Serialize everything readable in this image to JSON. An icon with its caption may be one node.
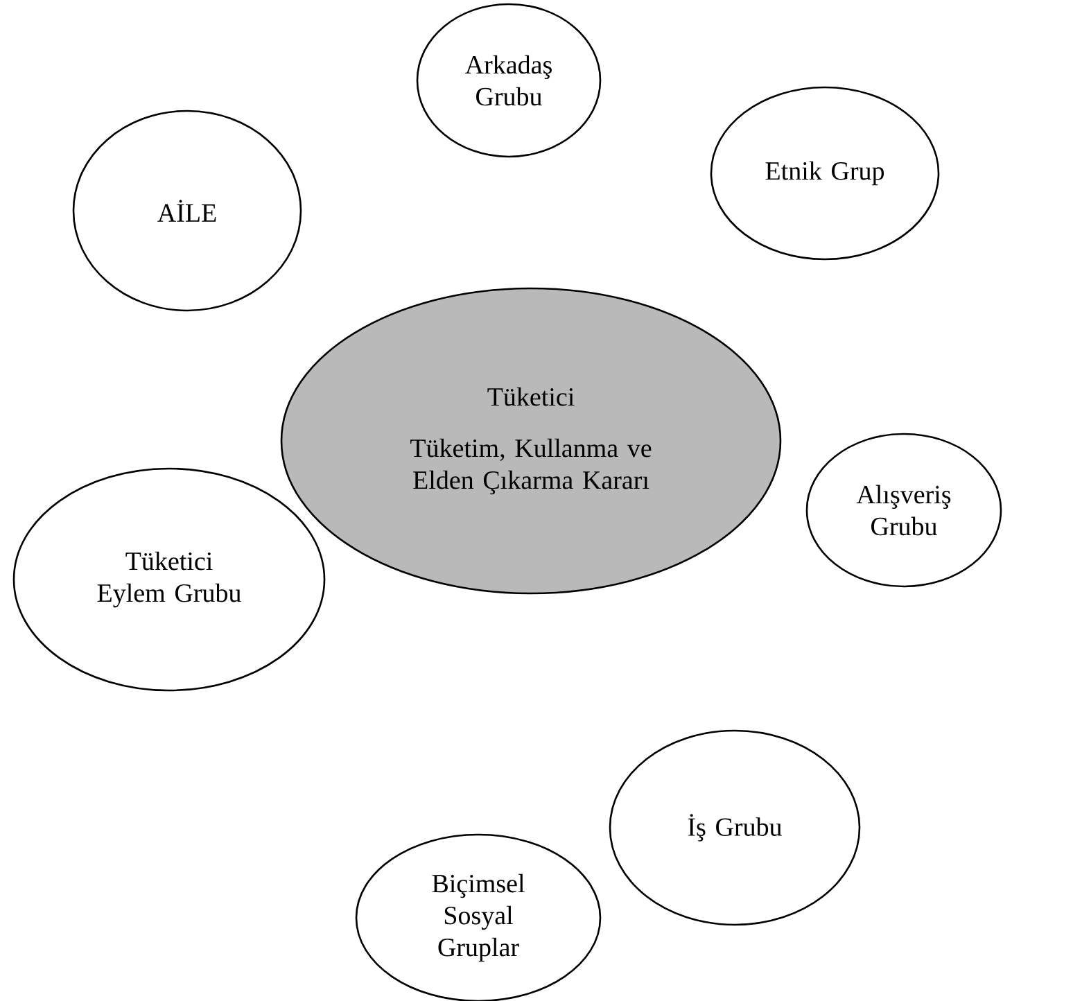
{
  "diagram": {
    "nodes": [
      {
        "text": [
          "Arkadaş Grubu"
        ]
      },
      {
        "text": [
          "AİLE"
        ]
      },
      {
        "text": [
          "Etnik Grup"
        ]
      },
      {
        "text": [
          "Tüketici",
          "Tüketim, Kullanma ve Elden Çıkarma Kararı"
        ]
      },
      {
        "text": [
          "Alışveriş Grubu"
        ]
      },
      {
        "text": [
          "Tüketici Eylem Grubu"
        ]
      },
      {
        "text": [
          "İş Grubu"
        ]
      },
      {
        "text": [
          "Biçimsel Sosyal Gruplar"
        ]
      }
    ]
  }
}
